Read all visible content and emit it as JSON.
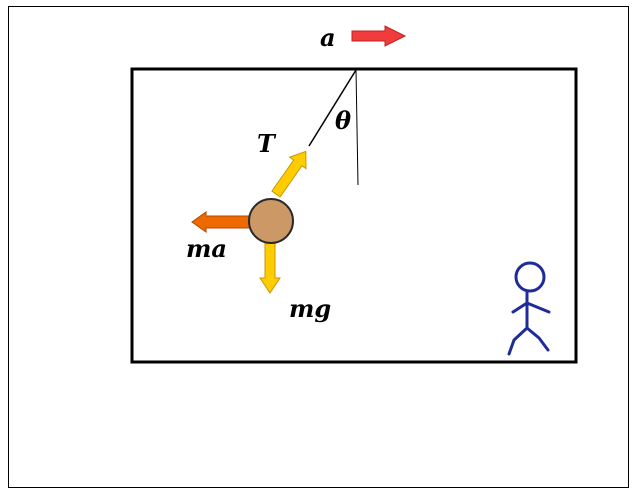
{
  "labels": {
    "acceleration": "a",
    "angle": "θ",
    "tension": "T",
    "pseudo_force": "ma",
    "weight": "mg"
  },
  "colors": {
    "frame": "#000000",
    "acceleration_arrow": "#f03c3c",
    "force_arrow": "#ffcc00",
    "force_arrow_outline": "#c89600",
    "pseudo_force_arrow": "#ee6a00",
    "pseudo_force_outline": "#b04a00",
    "bob_fill": "#cc9966",
    "bob_outline": "#2a2a2a",
    "observer": "#1f2b9a"
  },
  "icons": {
    "observer": "stick-figure-icon"
  }
}
